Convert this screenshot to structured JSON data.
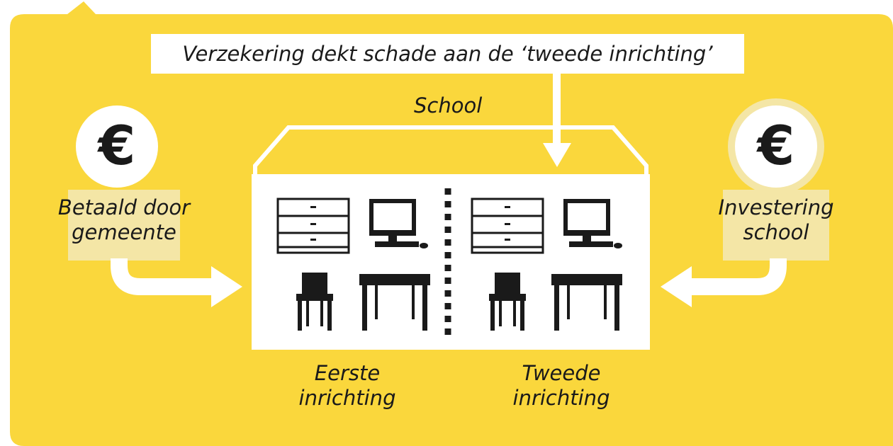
{
  "banner": {
    "text": "Verzekering dekt schade aan de ‘tweede inrichting’"
  },
  "school": {
    "label": "School"
  },
  "left": {
    "currency": "€",
    "label_line1": "Betaald door",
    "label_line2": "gemeente"
  },
  "right": {
    "currency": "€",
    "label_line1": "Investering",
    "label_line2": "school"
  },
  "bottom": {
    "first_line1": "Eerste",
    "first_line2": "inrichting",
    "second_line1": "Tweede",
    "second_line2": "inrichting"
  },
  "colors": {
    "background": "#fad73c",
    "highlight": "#f4e6a6",
    "white": "#ffffff",
    "ink": "#1a1a1a"
  },
  "icons": [
    "euro-icon",
    "cabinet-icon",
    "computer-icon",
    "chair-icon",
    "table-icon",
    "arrow-icon"
  ]
}
